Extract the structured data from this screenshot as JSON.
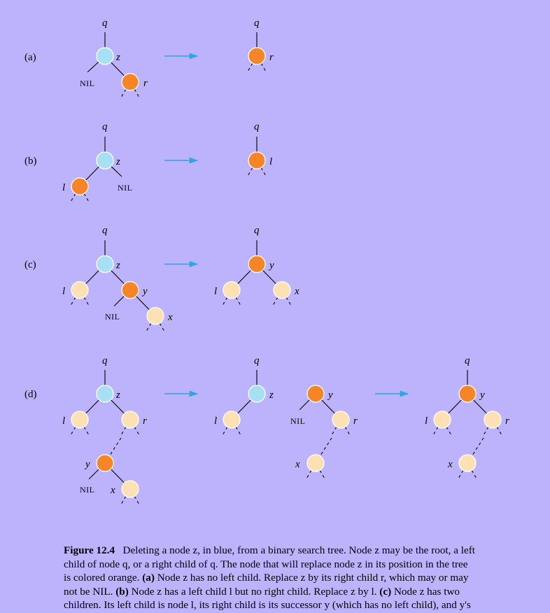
{
  "diagram": {
    "colors": {
      "background": "#bdb3fd",
      "deleted_node": "#a7e0f5",
      "replacement_node": "#f68527",
      "other_node": "#fde1b4",
      "arrow": "#2aa6e6",
      "edge": "#000000"
    },
    "panels": [
      {
        "id": "a",
        "label": "(a)"
      },
      {
        "id": "b",
        "label": "(b)"
      },
      {
        "id": "c",
        "label": "(c)"
      },
      {
        "id": "d",
        "label": "(d)"
      }
    ],
    "node_labels": {
      "q": "q",
      "z": "z",
      "r": "r",
      "l": "l",
      "y": "y",
      "x": "x",
      "nil": "NIL"
    }
  },
  "caption": {
    "figure_label": "Figure 12.4",
    "line1": "Deleting a node z, in blue, from a binary search tree. Node z may be the root, a left",
    "line2": "child of node q, or a right child of q. The node that will replace node z in its position in the tree",
    "line3": "is colored orange.",
    "a_label": "(a)",
    "a_text": "Node z has no left child. Replace z by its right child r, which may or may",
    "line4": "not be NIL.",
    "b_label": "(b)",
    "b_text": "Node z has a left child l but no right child. Replace z by l.",
    "c_label": "(c)",
    "c_text": "Node z has two",
    "line5": "children. Its left child is node l, its right child is its successor y (which has no left child), and y's"
  }
}
